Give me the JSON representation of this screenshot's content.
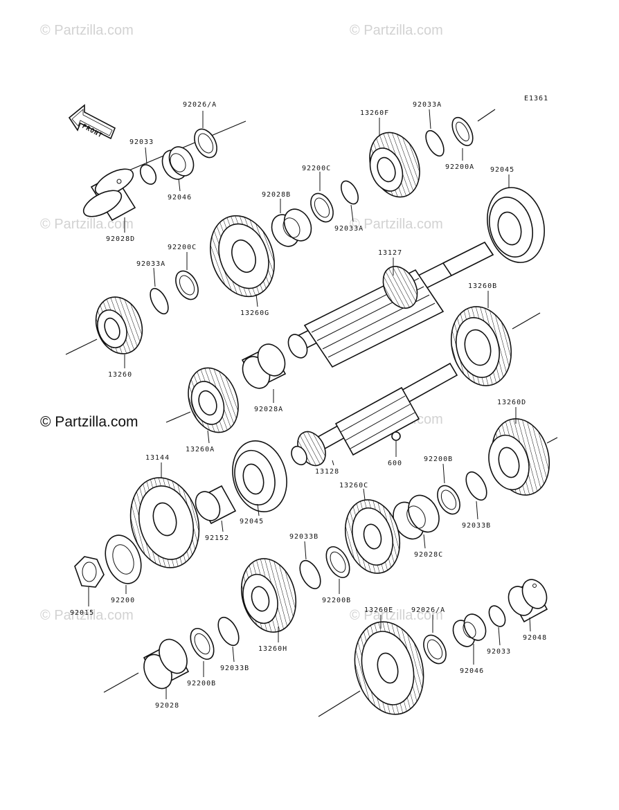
{
  "diagram_code": "E1361",
  "front_arrow_label": "FRONT",
  "watermarks": {
    "faint": "© Partzilla.com",
    "dark": "© Partzilla.com"
  },
  "labels": {
    "p92026A_top": "92026/A",
    "p92033_top": "92033",
    "p92046_top": "92046",
    "p92028D": "92028D",
    "p92028B": "92028B",
    "p92200C_top": "92200C",
    "p92033A_mid": "92033A",
    "p13260F": "13260F",
    "p92033A_topright": "92033A",
    "p92200A": "92200A",
    "p92045_top": "92045",
    "p92200C_left": "92200C",
    "p92033A_left": "92033A",
    "p13260G": "13260G",
    "p13127": "13127",
    "p13260": "13260",
    "p13260B": "13260B",
    "p92028A": "92028A",
    "p13260A": "13260A",
    "p13128": "13128",
    "p600": "600",
    "p13260D": "13260D",
    "p92200B_right": "92200B",
    "p92033B_right": "92033B",
    "p13144": "13144",
    "p92152": "92152",
    "p92045_mid": "92045",
    "p13260C": "13260C",
    "p92028C": "92028C",
    "p92033B_mid": "92033B",
    "p92200B_mid": "92200B",
    "p92015": "92015",
    "p92200": "92200",
    "p13260H": "13260H",
    "p13260E": "13260E",
    "p92026A_bottom": "92026/A",
    "p92048": "92048",
    "p92046_bottom": "92046",
    "p92033_bottom": "92033",
    "p92033B_left": "92033B",
    "p92200B_left": "92200B",
    "p92028": "92028"
  }
}
